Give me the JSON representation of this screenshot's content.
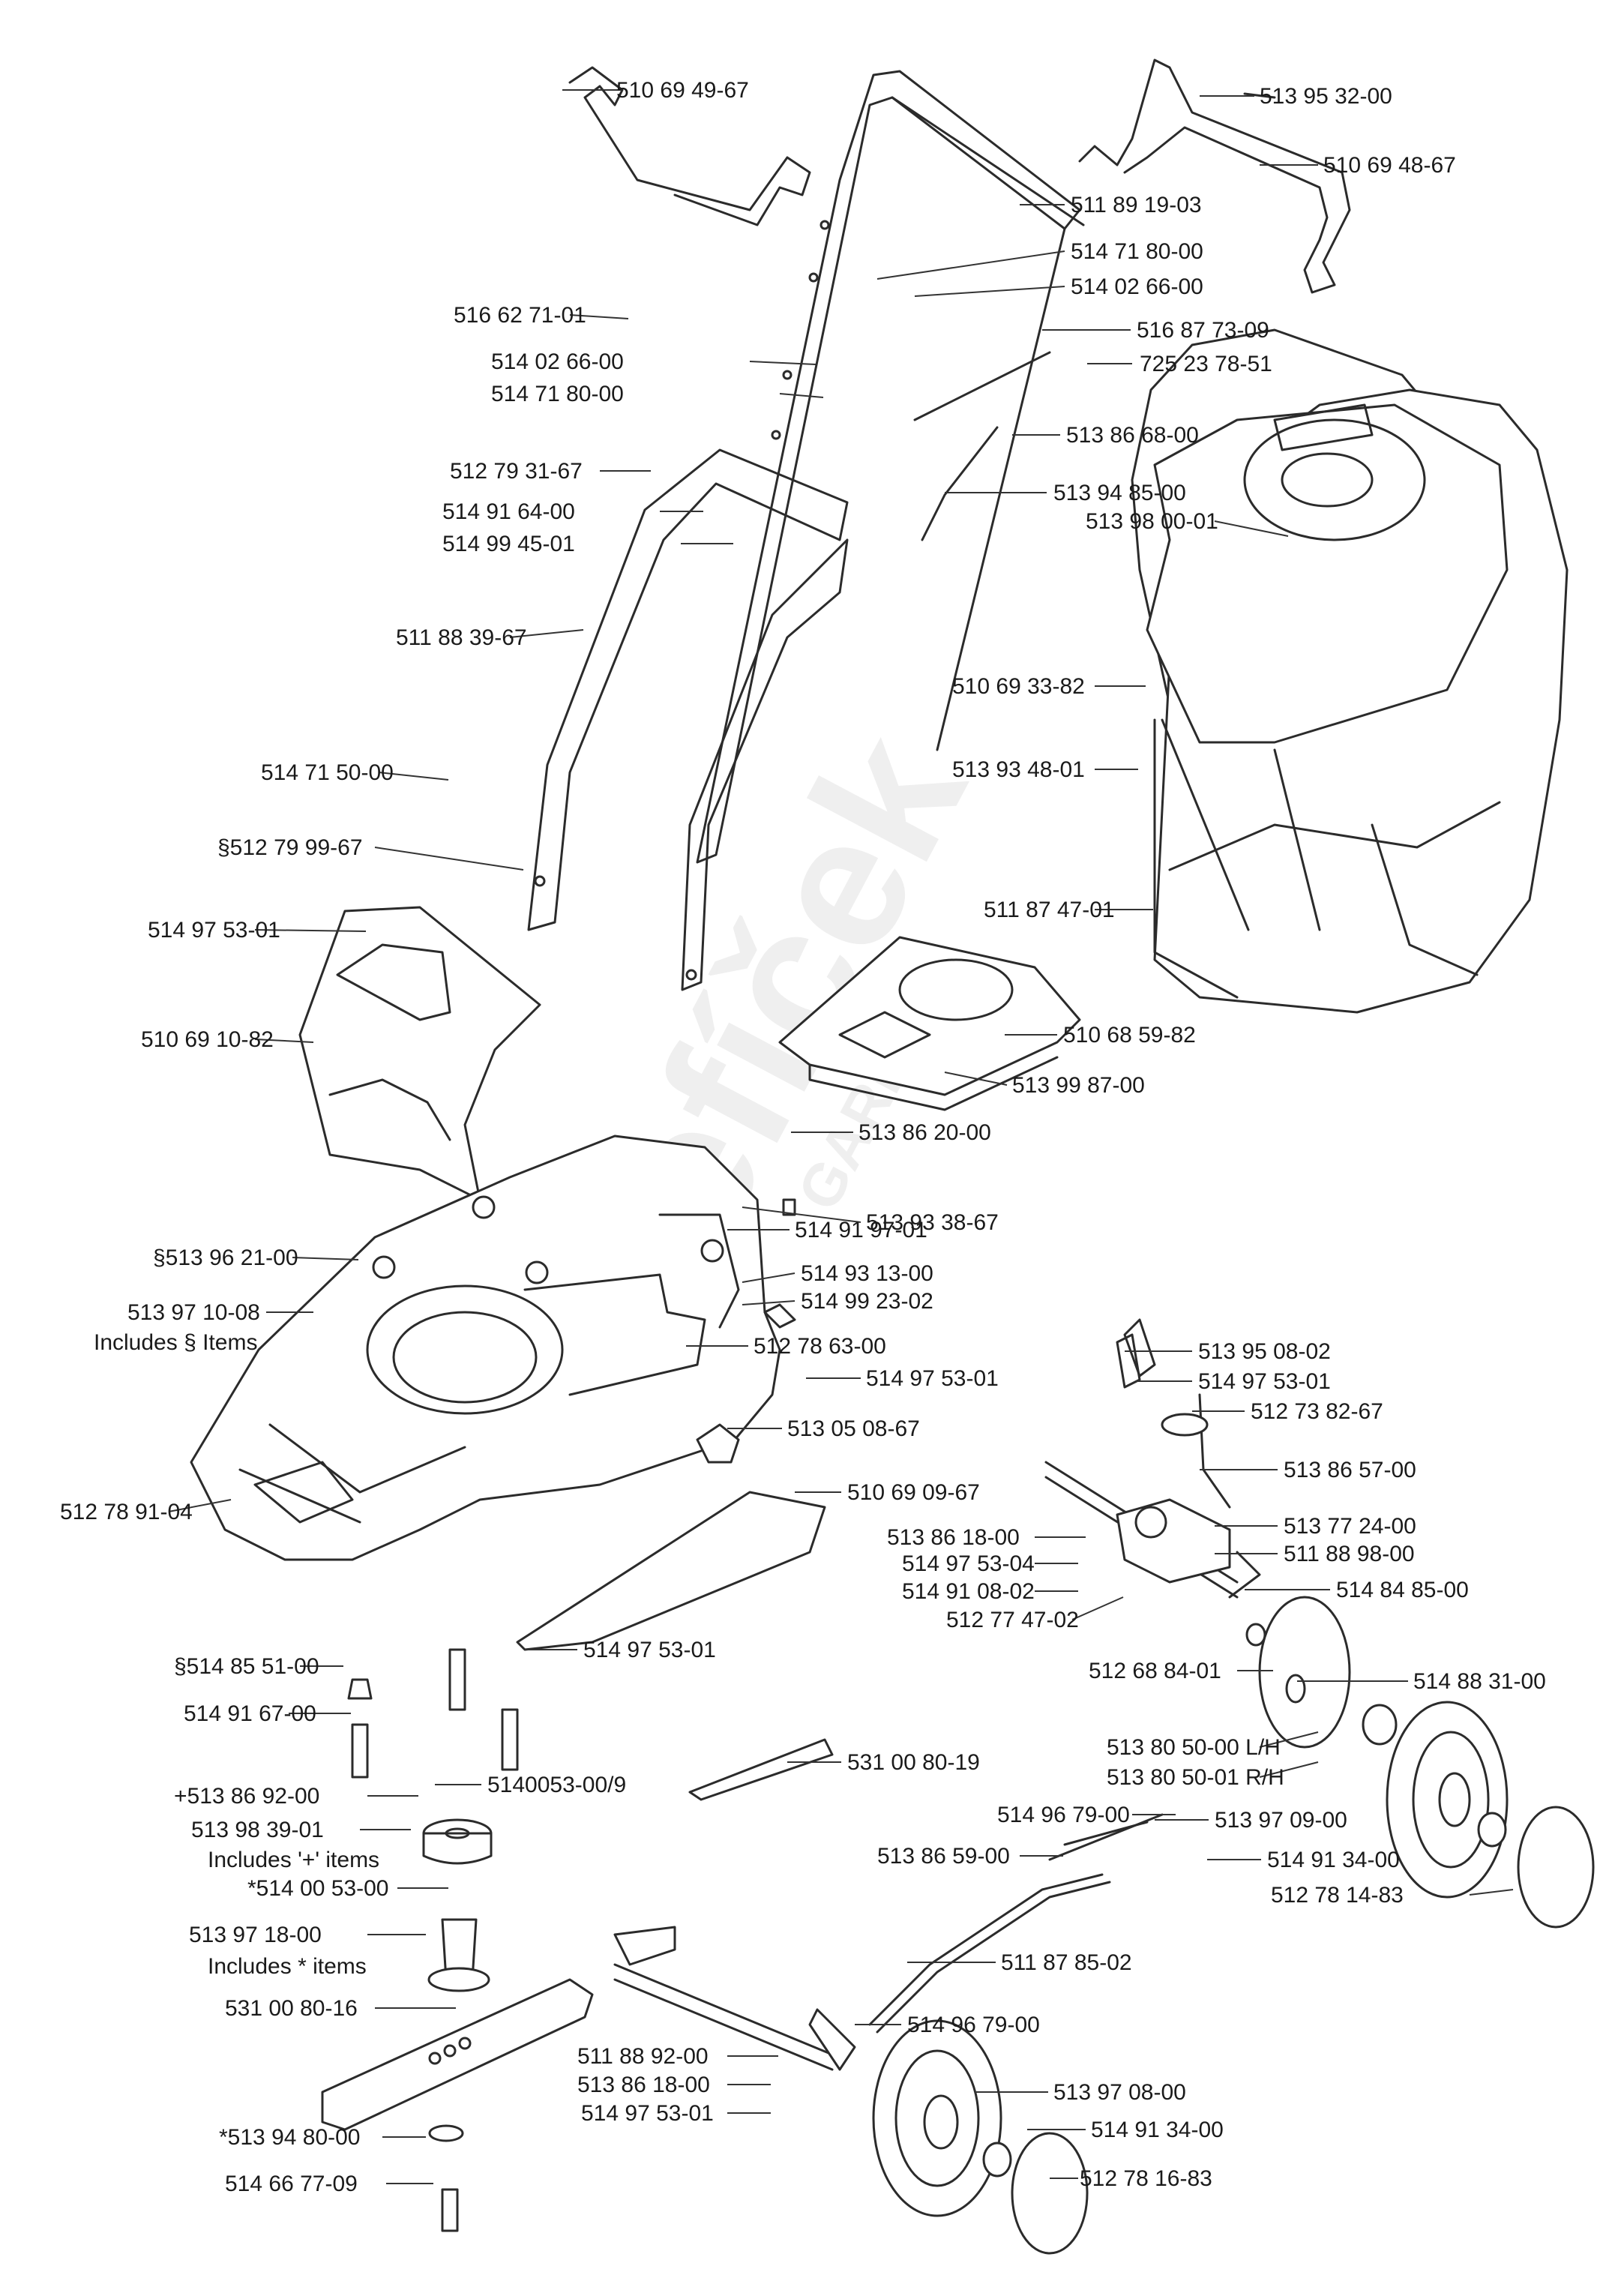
{
  "watermark": {
    "brand": "Strefíček",
    "sub": "GARDEN"
  },
  "parts": [
    {
      "id": "p01",
      "text": "510 69 49-67"
    },
    {
      "id": "p02",
      "text": "513 95 32-00"
    },
    {
      "id": "p03",
      "text": "510 69 48-67"
    },
    {
      "id": "p04",
      "text": "511 89 19-03"
    },
    {
      "id": "p05",
      "text": "514 71 80-00"
    },
    {
      "id": "p06",
      "text": "514 02 66-00"
    },
    {
      "id": "p07",
      "text": "516 62 71-01"
    },
    {
      "id": "p08",
      "text": "514 02 66-00"
    },
    {
      "id": "p09",
      "text": "514 71 80-00"
    },
    {
      "id": "p10",
      "text": "516 87 73-09"
    },
    {
      "id": "p11",
      "text": "725 23 78-51"
    },
    {
      "id": "p12",
      "text": "513 86 68-00"
    },
    {
      "id": "p13",
      "text": "512 79 31-67"
    },
    {
      "id": "p14",
      "text": "513 94 85-00"
    },
    {
      "id": "p15",
      "text": "514 91 64-00"
    },
    {
      "id": "p16",
      "text": "513 98 00-01"
    },
    {
      "id": "p17",
      "text": "514 99 45-01"
    },
    {
      "id": "p18",
      "text": "511 88 39-67"
    },
    {
      "id": "p19",
      "text": "510 69 33-82"
    },
    {
      "id": "p20",
      "text": "514 71 50-00"
    },
    {
      "id": "p21",
      "text": "513 93 48-01"
    },
    {
      "id": "p22",
      "text": "§512 79 99-67"
    },
    {
      "id": "p23",
      "text": "511 87 47-01"
    },
    {
      "id": "p24",
      "text": "514 97 53-01"
    },
    {
      "id": "p25",
      "text": "510 69 10-82"
    },
    {
      "id": "p26",
      "text": "510 68 59-82"
    },
    {
      "id": "p27",
      "text": "513 99 87-00"
    },
    {
      "id": "p28",
      "text": "513 86  20-00"
    },
    {
      "id": "p29",
      "text": "513 93 38-67"
    },
    {
      "id": "p30",
      "text": "514 91 97-01"
    },
    {
      "id": "p31",
      "text": "§513 96 21-00"
    },
    {
      "id": "p32",
      "text": "514 93 13-00"
    },
    {
      "id": "p33",
      "text": "513 97 10-08"
    },
    {
      "id": "p34",
      "text": "514 99 23-02"
    },
    {
      "id": "p35",
      "text": "Includes § Items"
    },
    {
      "id": "p36",
      "text": "512 78 63-00"
    },
    {
      "id": "p37",
      "text": "513 95 08-02"
    },
    {
      "id": "p38",
      "text": "514 97 53-01"
    },
    {
      "id": "p39",
      "text": "514 97 53-01"
    },
    {
      "id": "p40",
      "text": "512 73 82-67"
    },
    {
      "id": "p41",
      "text": "513 05 08-67"
    },
    {
      "id": "p42",
      "text": "513 86 57-00"
    },
    {
      "id": "p43",
      "text": "512 78 91-04"
    },
    {
      "id": "p44",
      "text": "510 69 09-67"
    },
    {
      "id": "p45",
      "text": "513 77 24-00"
    },
    {
      "id": "p46",
      "text": "513 86 18-00"
    },
    {
      "id": "p47",
      "text": "511 88 98-00"
    },
    {
      "id": "p48",
      "text": "514 97 53-04"
    },
    {
      "id": "p49",
      "text": "514 84 85-00"
    },
    {
      "id": "p50",
      "text": "514 91 08-02"
    },
    {
      "id": "p51",
      "text": "512 77 47-02"
    },
    {
      "id": "p52",
      "text": "514 97 53-01"
    },
    {
      "id": "p53",
      "text": "512 68 84-01"
    },
    {
      "id": "p54",
      "text": "§514 85 51-00"
    },
    {
      "id": "p55",
      "text": "514 88 31-00"
    },
    {
      "id": "p56",
      "text": "514 91 67-00"
    },
    {
      "id": "p57",
      "text": "513 80 50-00 L/H"
    },
    {
      "id": "p58",
      "text": "513 80 50-01 R/H"
    },
    {
      "id": "p59",
      "text": "531 00 80-19"
    },
    {
      "id": "p60",
      "text": "+513 86 92-00"
    },
    {
      "id": "p61",
      "text": "5140053-00/9"
    },
    {
      "id": "p62",
      "text": "514 96 79-00"
    },
    {
      "id": "p63",
      "text": "513 97 09-00"
    },
    {
      "id": "p64",
      "text": "513 98 39-01"
    },
    {
      "id": "p65",
      "text": "513 86 59-00"
    },
    {
      "id": "p66",
      "text": "Includes '+' items"
    },
    {
      "id": "p67",
      "text": "514 91 34-00"
    },
    {
      "id": "p68",
      "text": "*514 00 53-00"
    },
    {
      "id": "p69",
      "text": "512 78 14-83"
    },
    {
      "id": "p70",
      "text": "513 97 18-00"
    },
    {
      "id": "p71",
      "text": "Includes  *  items"
    },
    {
      "id": "p72",
      "text": "511 87 85-02"
    },
    {
      "id": "p73",
      "text": "531 00 80-16"
    },
    {
      "id": "p74",
      "text": "514 96 79-00"
    },
    {
      "id": "p75",
      "text": "511 88 92-00"
    },
    {
      "id": "p76",
      "text": "513 86 18-00"
    },
    {
      "id": "p77",
      "text": "513 97 08-00"
    },
    {
      "id": "p78",
      "text": "514 97 53-01"
    },
    {
      "id": "p79",
      "text": "514 91 34-00"
    },
    {
      "id": "p80",
      "text": "*513 94 80-00"
    },
    {
      "id": "p81",
      "text": "512 78 16-83"
    },
    {
      "id": "p82",
      "text": "514 66 77-09"
    }
  ]
}
